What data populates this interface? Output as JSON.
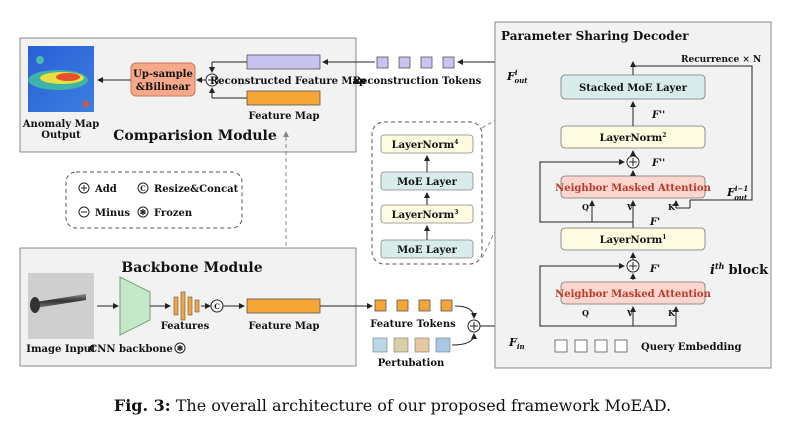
{
  "comparison": {
    "title": "Comparision Module",
    "anomaly_label_1": "Anomaly Map",
    "anomaly_label_2": "Output",
    "upsample_1": "Up-sample",
    "upsample_2": "&Bilinear",
    "reconstructed_fm": "Reconstructed Feature Map",
    "feature_map": "Feature Map"
  },
  "reconstruction_tokens": "Reconstruction Tokens",
  "legend": {
    "add": "Add",
    "resize_concat": "Resize&Concat",
    "minus": "Minus",
    "frozen": "Frozen"
  },
  "moe_detail": {
    "layernorm_top": "LayerNorm",
    "layernorm_top_sup": "4",
    "moe_1": "MoE Layer",
    "layernorm_mid": "LayerNorm",
    "layernorm_mid_sup": "3",
    "moe_2": "MoE Layer"
  },
  "backbone": {
    "title": "Backbone Module",
    "image_input": "Image Input",
    "cnn_backbone": "CNN backbone",
    "features": "Features",
    "feature_map": "Feature Map",
    "feature_tokens": "Feature Tokens",
    "pertubation": "Pertubation"
  },
  "decoder": {
    "title": "Parameter Sharing Decoder",
    "recurrence": "Recurrence × N",
    "f_out_i": "F",
    "f_out_i_sup": "i",
    "f_out_i_sub": "out",
    "stacked_moe": "Stacked MoE Layer",
    "f_dd": "F''",
    "layernorm2": "LayerNorm",
    "layernorm2_sup": "2",
    "f_dd2": "F''",
    "nma_top": "Neighbor Masked Attention",
    "f_out_prev": "F",
    "f_out_prev_sup": "i−1",
    "f_out_prev_sub": "out",
    "q": "Q",
    "v": "V",
    "k": "K",
    "f_prime": "F'",
    "layernorm1": "LayerNorm",
    "layernorm1_sup": "1",
    "block_label": "i",
    "block_sup": "th",
    "block_word": "block",
    "f_prime2": "F'",
    "nma_bottom": "Neighbor Masked Attention",
    "q2": "Q",
    "v2": "V",
    "k2": "K",
    "f_in": "F",
    "f_in_sub": "in",
    "query_embedding": "Query Embedding"
  },
  "caption": {
    "label": "Fig. 3:",
    "text": " The overall architecture of our proposed framework MoEAD."
  },
  "colors": {
    "orange": "#f5a637",
    "lavender": "#c9c3f2",
    "salmon": "#f5a98a",
    "light_yellow": "#fdfbe0",
    "light_blue": "#d8ecec",
    "nma_fill": "#fbd6cf"
  }
}
